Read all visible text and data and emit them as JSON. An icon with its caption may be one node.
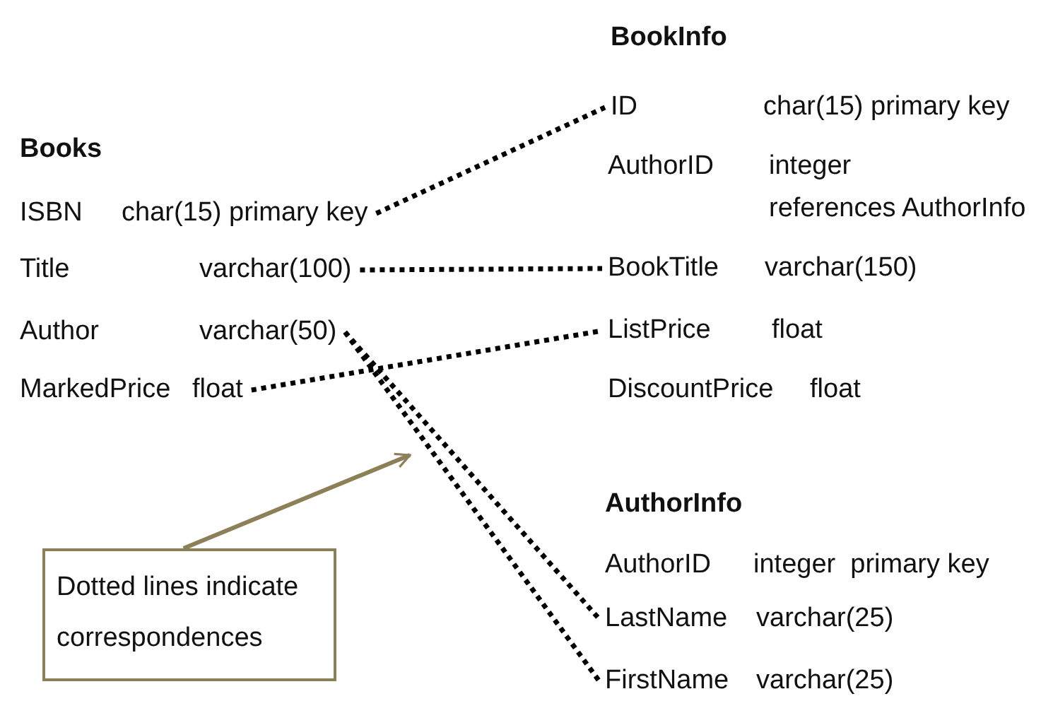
{
  "diagram": {
    "nodes": [
      {
        "text": [
          "ISBN",
          "char(15) primary key"
        ]
      },
      {
        "text": [
          "Title",
          "varchar(100)"
        ]
      },
      {
        "text": [
          "Author",
          "varchar(50)"
        ]
      },
      {
        "text": [
          "MarkedPrice",
          "float"
        ]
      },
      {
        "text": [
          "ID",
          "char(15) primary key"
        ]
      },
      {
        "text": [
          "AuthorID",
          "integer",
          "references AuthorInfo"
        ]
      },
      {
        "text": [
          "BookTitle",
          "varchar(150)"
        ]
      },
      {
        "text": [
          "ListPrice",
          "float"
        ]
      },
      {
        "text": [
          "DiscountPrice",
          "float"
        ]
      },
      {
        "text": [
          "AuthorID",
          "integer  primary key"
        ]
      },
      {
        "text": [
          "LastName",
          "varchar(25)"
        ]
      },
      {
        "text": [
          "FirstName",
          "varchar(25)"
        ]
      },
      {
        "text": [
          "Dotted lines indicate correspondences"
        ]
      }
    ],
    "edges": [
      {
        "from": 0,
        "to": 4,
        "arrow": "none",
        "style": "dashed"
      },
      {
        "from": 1,
        "to": 6,
        "arrow": "none",
        "style": "dashed"
      },
      {
        "from": 2,
        "to": 10,
        "arrow": "none",
        "style": "dashed"
      },
      {
        "from": 2,
        "to": 11,
        "arrow": "none",
        "style": "dashed"
      },
      {
        "from": 3,
        "to": 7,
        "arrow": "none",
        "style": "dashed"
      },
      {
        "from": 12,
        "to": null,
        "arrow": "to",
        "color": "#8c8058"
      }
    ],
    "labels": [
      "BookInfo",
      "Books",
      "AuthorInfo"
    ]
  }
}
